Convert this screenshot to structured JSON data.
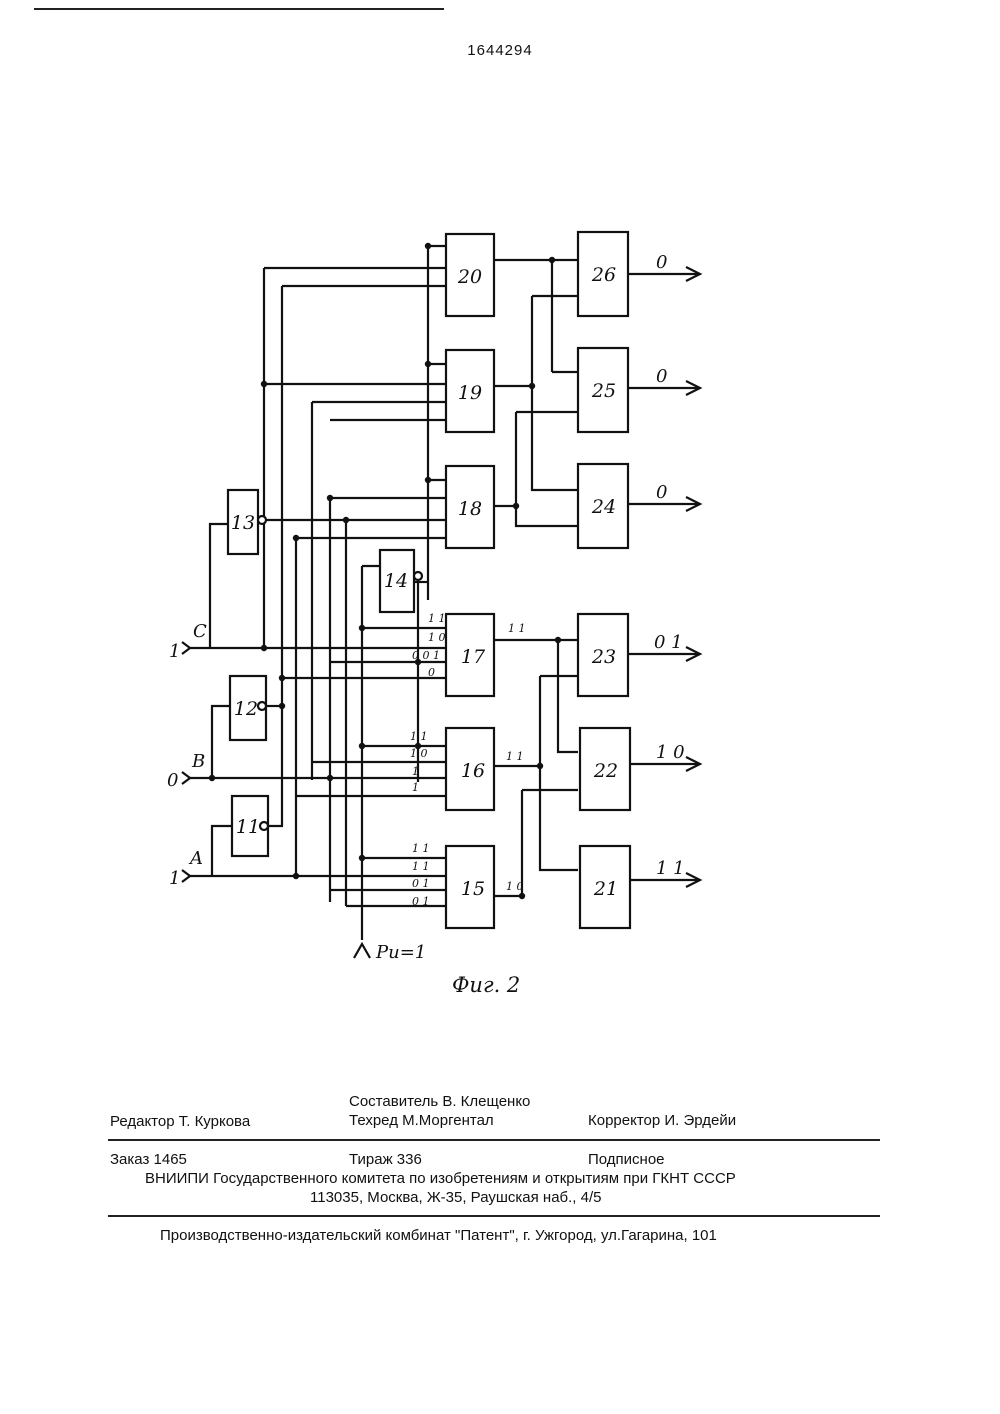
{
  "document": {
    "patent_number": "1644294",
    "figure_caption": "Фиг. 2"
  },
  "diagram": {
    "blocks": [
      "11",
      "12",
      "13",
      "14",
      "15",
      "16",
      "17",
      "18",
      "19",
      "20",
      "21",
      "22",
      "23",
      "24",
      "25",
      "26"
    ],
    "inputs": {
      "A": "A",
      "A_value": "1",
      "B": "B",
      "B_value": "0",
      "C": "C",
      "C_value": "1",
      "p_label": "Pи=1"
    },
    "outputs": {
      "o26": "0",
      "o25": "0",
      "o24": "0",
      "o23": "0 1",
      "o22": "1 0",
      "o21": "1 1"
    },
    "bit_labels": {
      "b17": [
        "1 1",
        "1 0",
        "0  0 1",
        "0"
      ],
      "b16": [
        "1  1",
        "1  0",
        "1",
        "1"
      ],
      "b15": [
        "1  1",
        "1  1",
        "0  1",
        "0  1"
      ],
      "out17": "1  1",
      "out16": "1  1",
      "out15": "1  0"
    }
  },
  "colophon": {
    "compiler": "Составитель В. Клещенко",
    "editor": "Редактор Т. Куркова",
    "techred": "Техред М.Моргентал",
    "corrector": "Корректор И. Эрдейи",
    "order": "Заказ 1465",
    "circulation": "Тираж 336",
    "subscription": "Подписное",
    "org": "ВНИИПИ Государственного комитета по изобретениям и открытиям при ГКНТ СССР",
    "address": "113035, Москва, Ж-35, Раушская наб., 4/5",
    "printer": "Производственно-издательский комбинат \"Патент\", г. Ужгород, ул.Гагарина, 101"
  }
}
